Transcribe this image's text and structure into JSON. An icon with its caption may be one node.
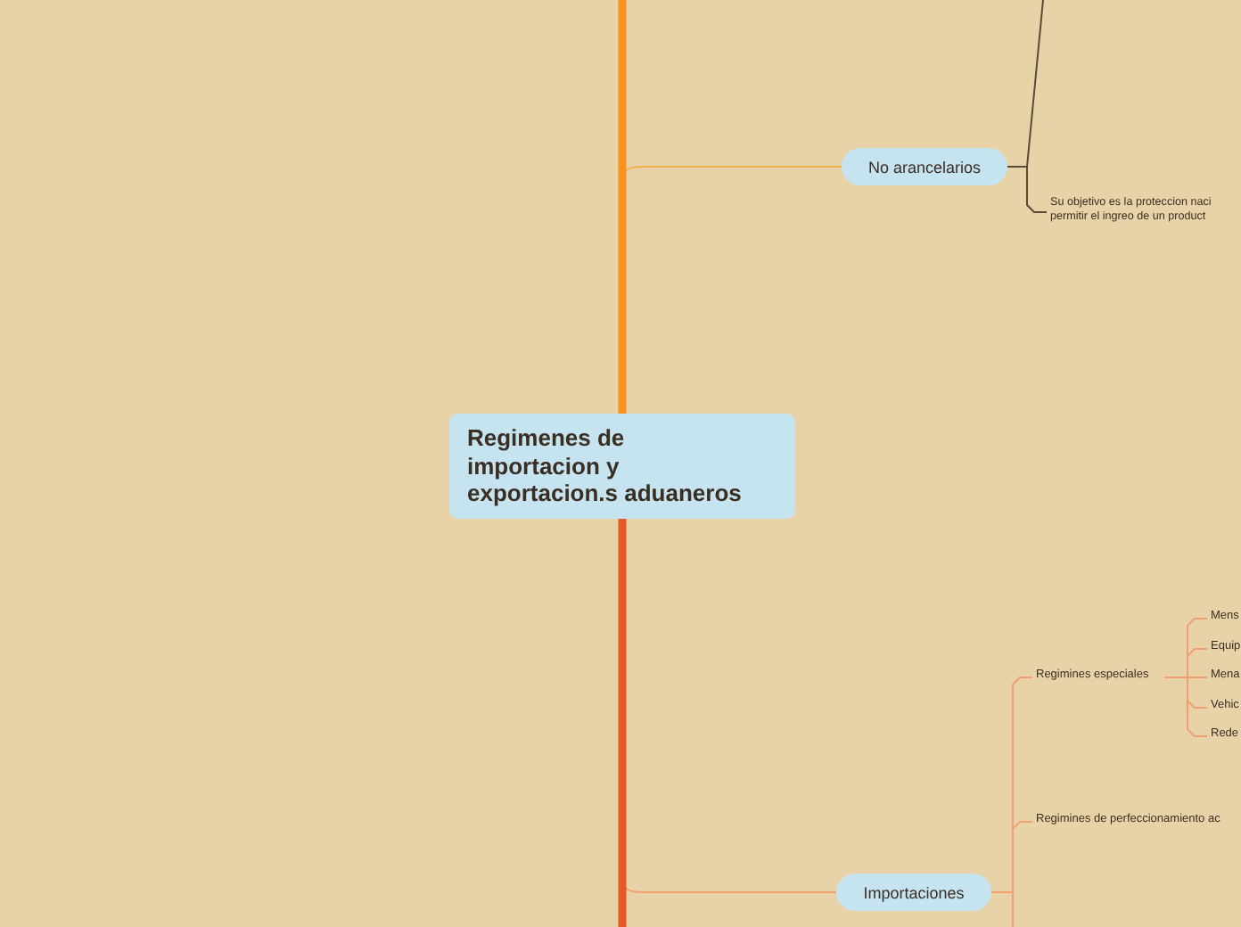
{
  "diagram": {
    "nodes": [
      {
        "text": [
          "Regimenes de importacion y exportacion.s aduaneros"
        ]
      },
      {
        "text": [
          "No arancelarios"
        ]
      },
      {
        "text": [
          "Su objetivo es la proteccion naci permitir el ingreo de un product"
        ]
      },
      {
        "text": [
          "Importaciones"
        ]
      },
      {
        "text": [
          "Regimines especiales"
        ]
      },
      {
        "text": [
          "Mens"
        ]
      },
      {
        "text": [
          "Equip"
        ]
      },
      {
        "text": [
          "Mena"
        ]
      },
      {
        "text": [
          "Vehic"
        ]
      },
      {
        "text": [
          "Rede"
        ]
      },
      {
        "text": [
          "Regimines de perfeccionamiento ac"
        ]
      }
    ],
    "edges": [
      {
        "from": 0,
        "to": 1,
        "arrow": "none",
        "color": "#f0b04a"
      },
      {
        "from": 0,
        "to": null,
        "arrow": "none",
        "style": "thick",
        "color": "#f7931e"
      },
      {
        "from": 1,
        "to": null,
        "arrow": "none",
        "color": "#5a4a3a"
      },
      {
        "from": 1,
        "to": 2,
        "arrow": "none",
        "color": "#5a4a3a"
      },
      {
        "from": 0,
        "to": 3,
        "arrow": "none"
      },
      {
        "from": 0,
        "to": null,
        "arrow": "none",
        "style": "thick",
        "color": "#e8592a"
      },
      {
        "from": 3,
        "to": 4,
        "arrow": "none"
      },
      {
        "from": 3,
        "to": 10,
        "arrow": "none"
      },
      {
        "from": 3,
        "to": null,
        "arrow": "none"
      },
      {
        "from": 4,
        "to": 5,
        "arrow": "none"
      },
      {
        "from": 4,
        "to": 6,
        "arrow": "none"
      },
      {
        "from": 4,
        "to": 7,
        "arrow": "none"
      },
      {
        "from": 4,
        "to": 8,
        "arrow": "none"
      },
      {
        "from": 4,
        "to": 9,
        "arrow": "none"
      }
    ]
  }
}
